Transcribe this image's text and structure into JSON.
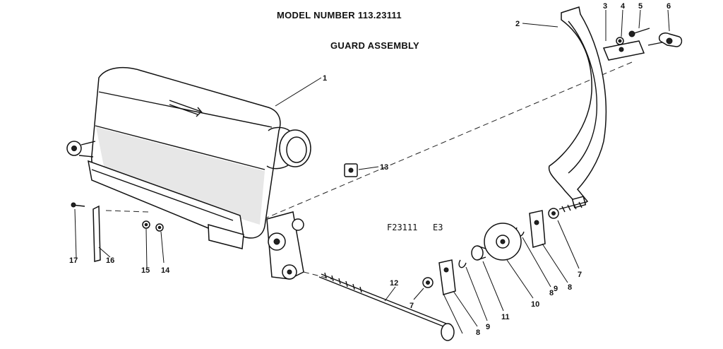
{
  "header": {
    "model_line": "MODEL NUMBER 113.23111",
    "assembly_title": "GUARD ASSEMBLY"
  },
  "figure_code": "F23111   E3",
  "callouts": {
    "c1": "1",
    "c2": "2",
    "c3": "3",
    "c4": "4",
    "c5": "5",
    "c6": "6",
    "c7a": "7",
    "c7b": "7",
    "c8a": "8",
    "c8b": "8",
    "c8c": "8",
    "c9a": "9",
    "c9b": "9",
    "c10": "10",
    "c11": "11",
    "c12": "12",
    "c13": "13",
    "c14": "14",
    "c15": "15",
    "c16": "16",
    "c17": "17"
  }
}
